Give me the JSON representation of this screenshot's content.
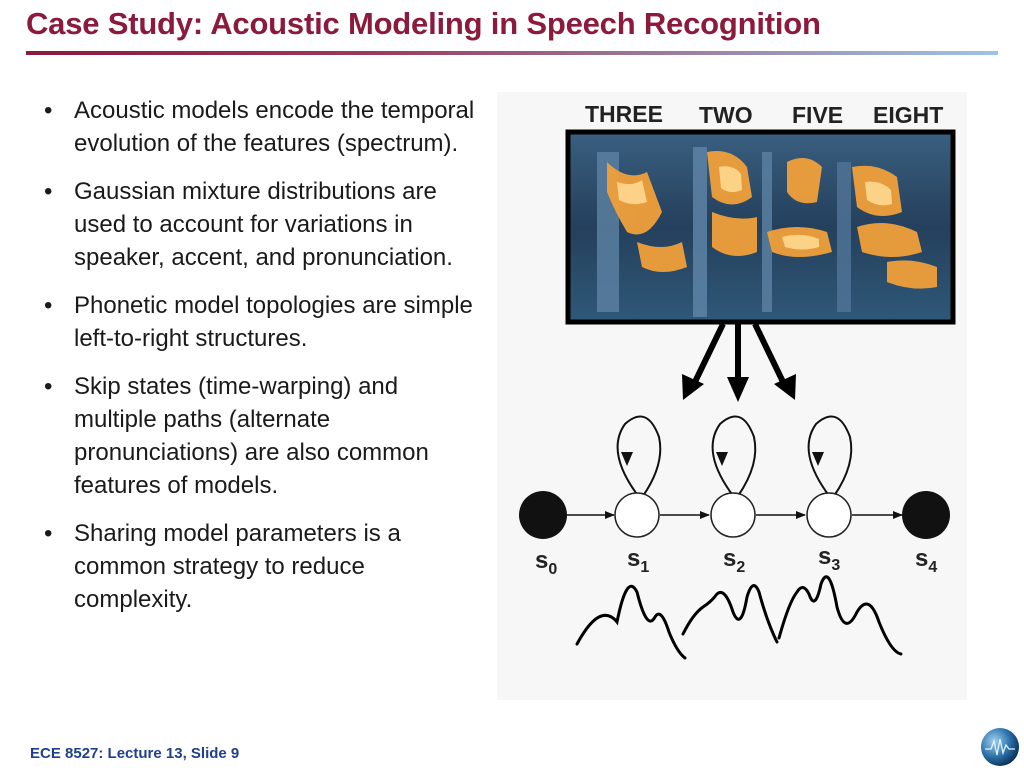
{
  "slide": {
    "title": "Case Study: Acoustic Modeling in Speech Recognition",
    "footer": "ECE 8527: Lecture 13, Slide 9"
  },
  "bullets": [
    {
      "marker": "•",
      "text": "Acoustic models encode the temporal evolution of the features (spectrum)."
    },
    {
      "marker": "•",
      "text": "Gaussian mixture distributions are used to account  for variations in speaker, accent, and pronunciation."
    },
    {
      "marker": "•",
      "text": "Phonetic model topologies are simple left-to-right structures."
    },
    {
      "marker": "•",
      "text": "Skip states (time-warping)  and multiple paths (alternate pronunciations) are also common features of models."
    },
    {
      "marker": "•",
      "text": "Sharing model parameters is a common strategy to reduce complexity."
    }
  ],
  "figure": {
    "words": [
      "THREE",
      "TWO",
      "FIVE",
      "EIGHT"
    ],
    "states": [
      {
        "base": "s",
        "sub": "0"
      },
      {
        "base": "s",
        "sub": "1"
      },
      {
        "base": "s",
        "sub": "2"
      },
      {
        "base": "s",
        "sub": "3"
      },
      {
        "base": "s",
        "sub": "4"
      }
    ]
  },
  "colors": {
    "title": "#8b1a3c",
    "footer": "#1f3f8f",
    "spectrogram_bg": "#1d3a55",
    "spectrogram_energy": "#f2a23a"
  },
  "icons": [
    "bullet-dot",
    "globe-logo-icon"
  ]
}
